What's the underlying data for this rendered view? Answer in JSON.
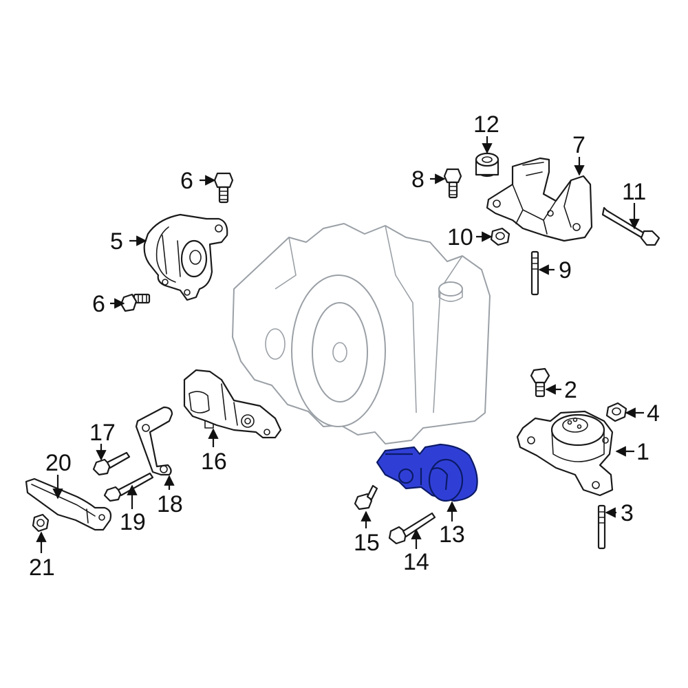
{
  "diagram": {
    "highlight_color": "#2f3fd6",
    "outline_color": "#1a1a1a",
    "background_color": "#ffffff",
    "highlighted_part": "13",
    "callouts": [
      {
        "id": "c1",
        "label": "1"
      },
      {
        "id": "c2",
        "label": "2"
      },
      {
        "id": "c3",
        "label": "3"
      },
      {
        "id": "c4",
        "label": "4"
      },
      {
        "id": "c5",
        "label": "5"
      },
      {
        "id": "c6a",
        "label": "6"
      },
      {
        "id": "c6b",
        "label": "6"
      },
      {
        "id": "c7",
        "label": "7"
      },
      {
        "id": "c8",
        "label": "8"
      },
      {
        "id": "c9",
        "label": "9"
      },
      {
        "id": "c10",
        "label": "10"
      },
      {
        "id": "c11",
        "label": "11"
      },
      {
        "id": "c12",
        "label": "12"
      },
      {
        "id": "c13",
        "label": "13"
      },
      {
        "id": "c14",
        "label": "14"
      },
      {
        "id": "c15",
        "label": "15"
      },
      {
        "id": "c16",
        "label": "16"
      },
      {
        "id": "c17",
        "label": "17"
      },
      {
        "id": "c18",
        "label": "18"
      },
      {
        "id": "c19",
        "label": "19"
      },
      {
        "id": "c20",
        "label": "20"
      },
      {
        "id": "c21",
        "label": "21"
      }
    ]
  }
}
